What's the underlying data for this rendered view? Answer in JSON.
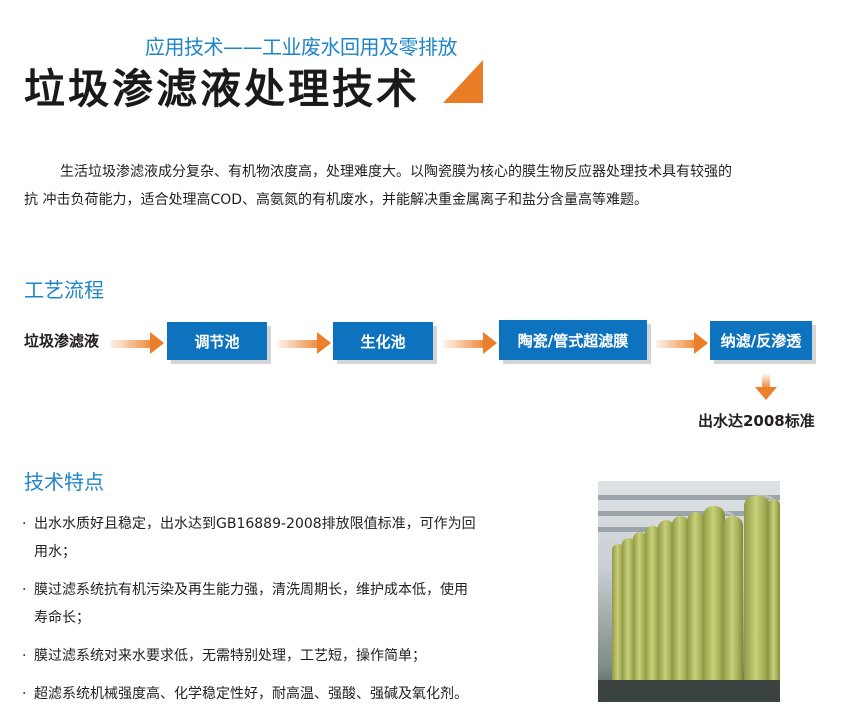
{
  "header": {
    "subtitle": "应用技术——工业废水回用及零排放",
    "title": "垃圾渗滤液处理技术",
    "accent_color": "#e87d25",
    "subtitle_color": "#1e86c8"
  },
  "intro": {
    "line1": "生活垃圾渗滤液成分复杂、有机物浓度高，处理难度大。以陶瓷膜为核心的膜生物反应器处理技术具有较强的",
    "line2": "抗 冲击负荷能力，适合处理高COD、高氨氮的有机废水，并能解决重金属离子和盐分含量高等难题。"
  },
  "process": {
    "heading": "工艺流程",
    "source": "垃圾渗滤液",
    "steps": [
      {
        "label": "调节池"
      },
      {
        "label": "生化池"
      },
      {
        "label": "陶瓷/管式超滤膜"
      },
      {
        "label": "纳滤/反渗透"
      }
    ],
    "result": "出水达2008标准",
    "box_color": "#0d73bf",
    "arrow_color": "#ec7f2a"
  },
  "features": {
    "heading": "技术特点",
    "bullet": "·",
    "items": [
      {
        "line1": "出水水质好且稳定，出水达到GB16889-2008排放限值标准，可作为回",
        "line2": "用水；"
      },
      {
        "line1": "膜过滤系统抗有机污染及再生能力强，清洗周期长，维护成本低，使用",
        "line2": "寿命长；"
      },
      {
        "line1": "膜过滤系统对来水要求低，无需特别处理，工艺短，操作简单；",
        "line2": ""
      },
      {
        "line1": "超滤系统机械强度高、化学稳定性好，耐高温、强酸、强碱及氧化剂。",
        "line2": ""
      }
    ]
  },
  "photo": {
    "subject": "membrane-filtration-tubes-photo"
  }
}
